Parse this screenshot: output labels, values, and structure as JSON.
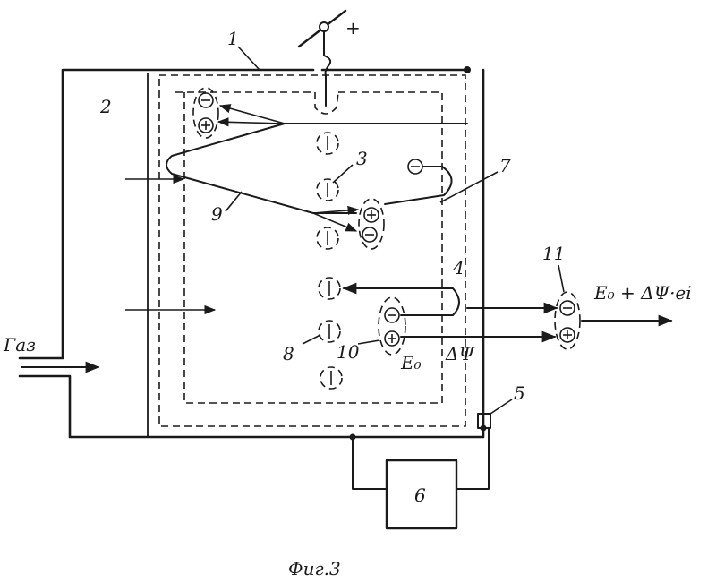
{
  "figure": {
    "caption": "Фиг.3"
  },
  "terminal": {
    "sign": "+"
  },
  "labels": {
    "l1": "1",
    "l2": "2",
    "l3": "3",
    "l4": "4",
    "l5": "5",
    "l7": "7",
    "l8": "8",
    "l9": "9",
    "l10": "10",
    "l11": "11"
  },
  "box": {
    "label": "6"
  },
  "gas": {
    "label": "Газ"
  },
  "formulas": {
    "e0": "E₀",
    "dphi": "ΔΨ",
    "output": "E₀ + ΔΨ·ei"
  }
}
